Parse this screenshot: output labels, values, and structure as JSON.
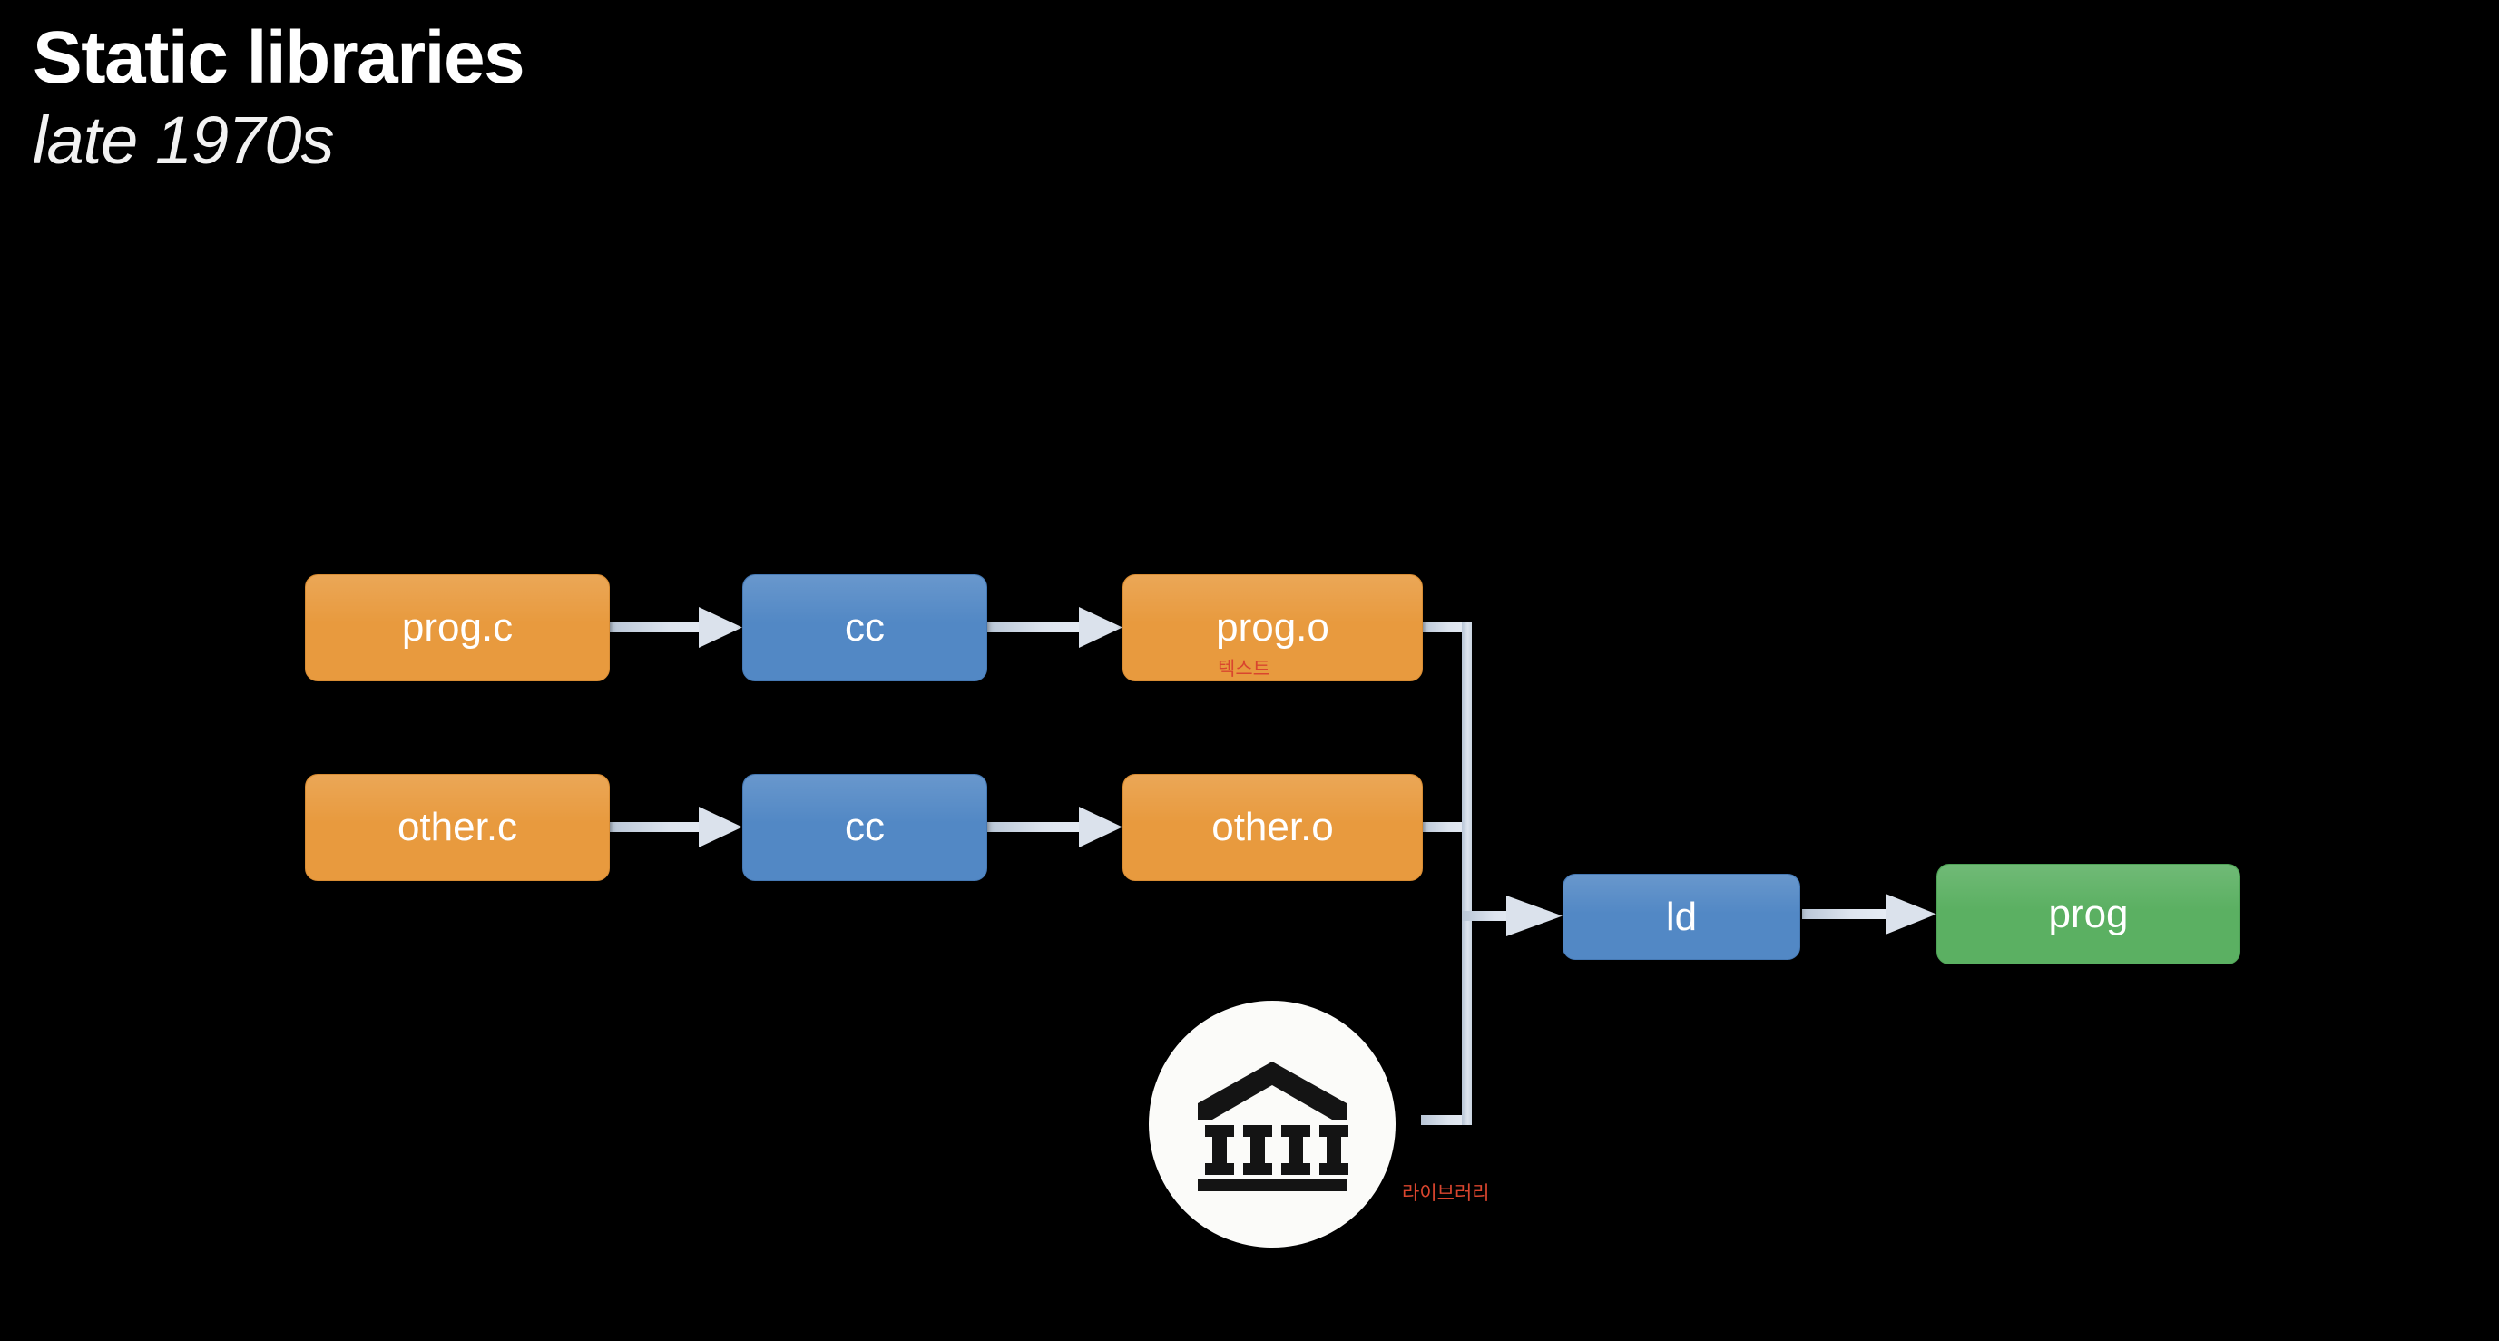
{
  "slide": {
    "background_color": "#000000",
    "title": "Static libraries",
    "subtitle": "late 1970s"
  },
  "palette": {
    "source_orange": "#e89a3e",
    "tool_blue": "#5288c5",
    "output_green": "#5bb062",
    "connector_gray": "#d2dbe6",
    "annotation_red": "#d9452e",
    "text_white": "#ffffff",
    "circle_white": "#fbfbf9"
  },
  "diagram": {
    "type": "flow",
    "nodes": [
      {
        "id": "prog-c",
        "label": "prog.c",
        "kind": "source"
      },
      {
        "id": "cc-1",
        "label": "cc",
        "kind": "tool"
      },
      {
        "id": "prog-o",
        "label": "prog.o",
        "kind": "object"
      },
      {
        "id": "other-c",
        "label": "other.c",
        "kind": "source"
      },
      {
        "id": "cc-2",
        "label": "cc",
        "kind": "tool"
      },
      {
        "id": "other-o",
        "label": "other.o",
        "kind": "object"
      },
      {
        "id": "ld",
        "label": "ld",
        "kind": "tool"
      },
      {
        "id": "prog",
        "label": "prog",
        "kind": "output"
      }
    ],
    "annotations": [
      {
        "id": "prog-o-note",
        "label": "텍스트",
        "attached_to": "prog-o"
      },
      {
        "id": "library-note",
        "label": "라이브러리",
        "attached_to": "library-icon"
      }
    ],
    "library": {
      "icon_name": "classical-building-icon",
      "label": "라이브러리"
    },
    "edges": [
      {
        "from": "prog.c",
        "to": "cc"
      },
      {
        "from": "cc",
        "to": "prog.o"
      },
      {
        "from": "other.c",
        "to": "cc"
      },
      {
        "from": "cc",
        "to": "other.o"
      },
      {
        "from": "prog.o",
        "to": "ld"
      },
      {
        "from": "other.o",
        "to": "ld"
      },
      {
        "from": "library",
        "to": "ld"
      },
      {
        "from": "ld",
        "to": "prog"
      }
    ]
  }
}
